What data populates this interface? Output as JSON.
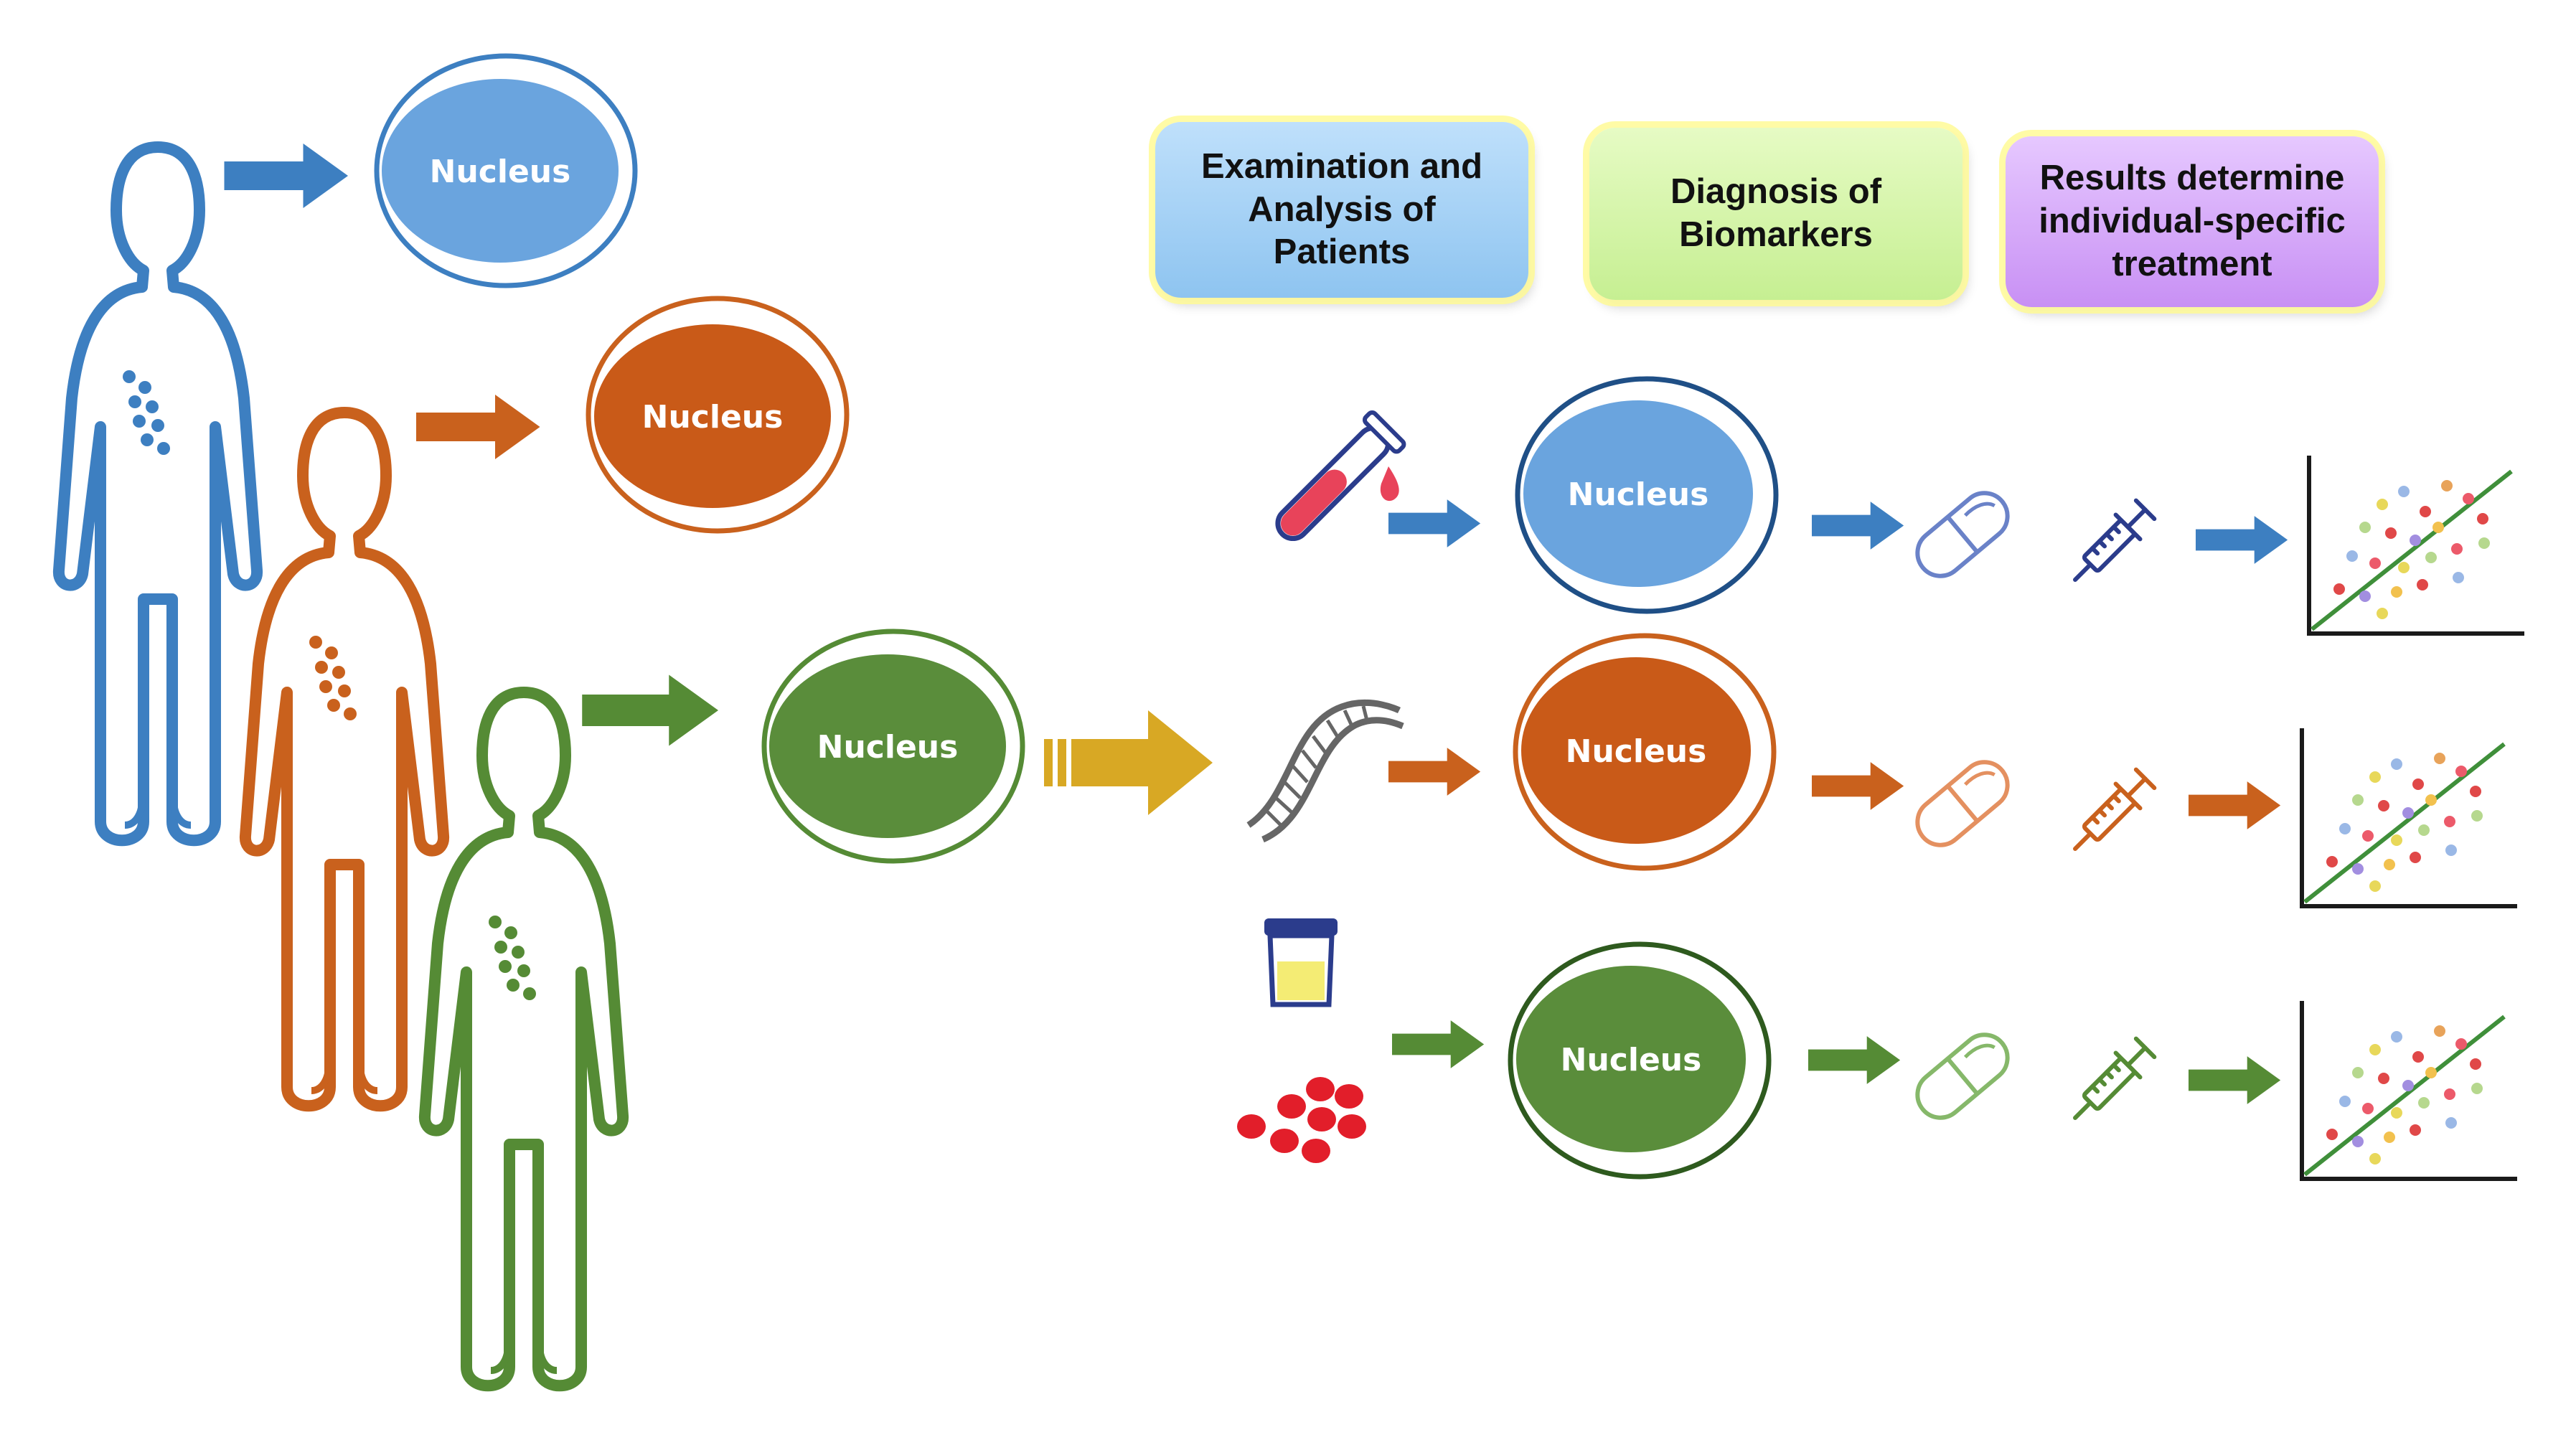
{
  "header": {
    "examination": "Examination and\nAnalysis of\nPatients",
    "diagnosis": "Diagnosis of\nBiomarkers",
    "results": "Results determine\nindividual-specific\ntreatment"
  },
  "nucleus_label": "Nucleus",
  "nuclei": [
    "Nucleus",
    "Nucleus",
    "Nucleus",
    "Nucleus",
    "Nucleus",
    "Nucleus"
  ],
  "colors": {
    "blue": "#3d7fc1",
    "orange": "#c9611d",
    "green": "#558b35",
    "gold": "#d8a824",
    "blood": "#e8435a",
    "urine": "#f4ec74"
  },
  "icons": [
    "person-icon",
    "test-tube-icon",
    "dna-icon",
    "urine-cup-icon",
    "red-blood-cells-icon",
    "pill-icon",
    "syringe-icon",
    "scatter-plot-icon",
    "arrow-icon"
  ]
}
